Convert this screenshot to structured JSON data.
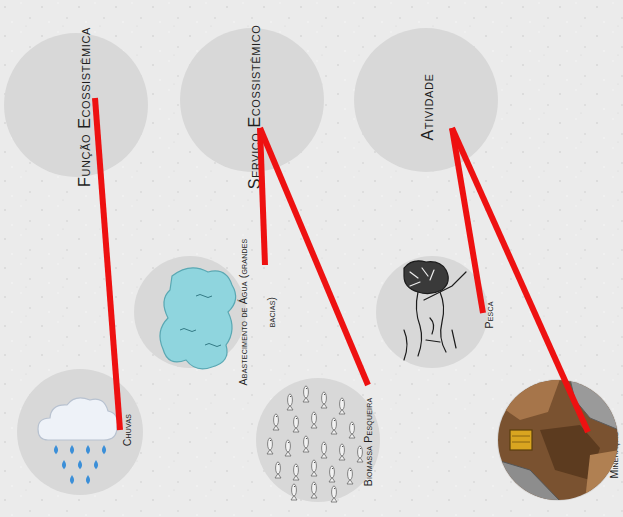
{
  "diagram": {
    "nodes": [
      {
        "text": [
          "Função Ecossistêmica"
        ]
      },
      {
        "text": [
          "Serviço Ecossistêmico"
        ]
      },
      {
        "text": [
          "Atividade"
        ]
      },
      {
        "text": [
          "Chuvas"
        ]
      },
      {
        "text": [
          "Abastecimento de Água (grandes bacias)"
        ]
      },
      {
        "text": [
          "Biomassa Pesqueira"
        ]
      },
      {
        "text": [
          "Pesca"
        ]
      },
      {
        "text": [
          "Mineração"
        ]
      }
    ],
    "edges": [
      {
        "from": 0,
        "to": 3,
        "arrow": "none"
      },
      {
        "from": 1,
        "to": 4,
        "arrow": "none"
      },
      {
        "from": 1,
        "to": 5,
        "arrow": "none"
      },
      {
        "from": 2,
        "to": 6,
        "arrow": "none"
      },
      {
        "from": 2,
        "to": 7,
        "arrow": "none"
      }
    ]
  }
}
